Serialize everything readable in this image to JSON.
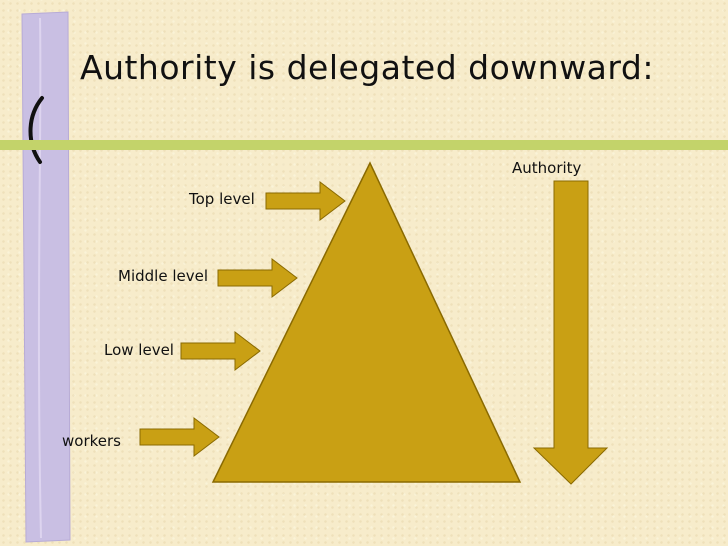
{
  "slide": {
    "title": "Authority is delegated downward:"
  },
  "diagram": {
    "levels": [
      {
        "label": "Top level"
      },
      {
        "label": "Middle level"
      },
      {
        "label": "Low level"
      },
      {
        "label": "workers"
      }
    ],
    "authority_label": "Authority"
  },
  "colors": {
    "background": "#f7eccb",
    "shape_fill": "#c9a014",
    "shape_stroke": "#8a6a00",
    "side_bar_purple": "#c9bfe3",
    "accent_green": "#c3d36a",
    "text": "#111111"
  }
}
